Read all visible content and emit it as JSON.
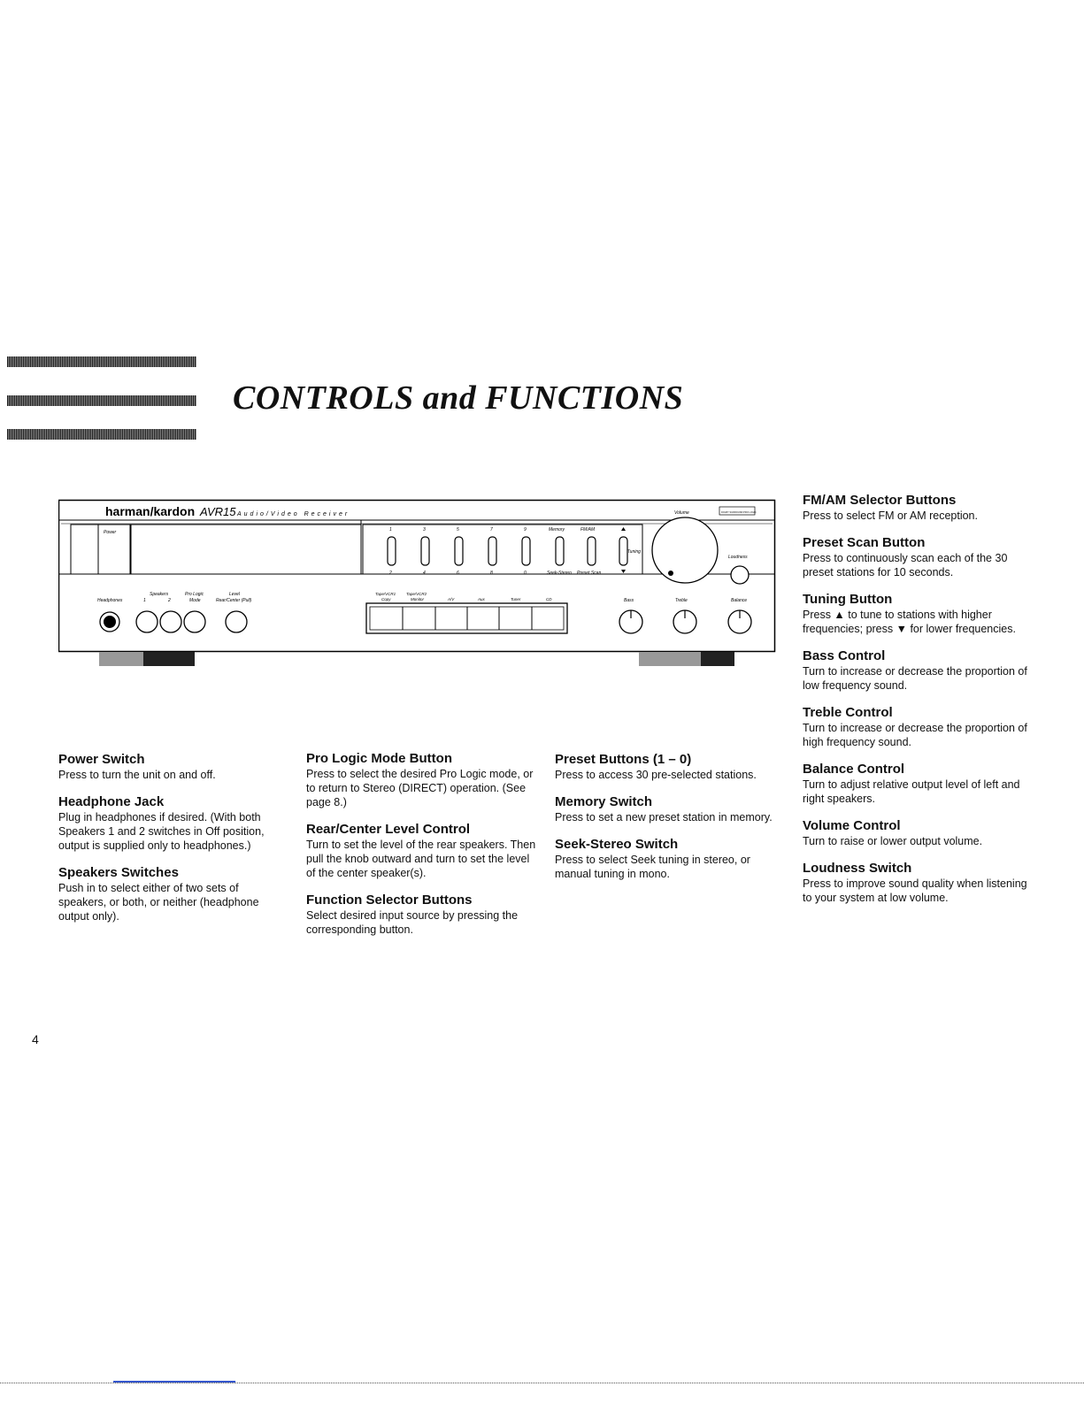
{
  "header": {
    "title": "CONTROLS and FUNCTIONS"
  },
  "receiver": {
    "brand": "harman/kardon",
    "model": "AVR15",
    "subtitle": "Audio/Video Receiver",
    "labels": {
      "power": "Power",
      "headphones": "Headphones",
      "speakers": "Speakers",
      "speaker_1": "1",
      "speaker_2": "2",
      "pro_logic": "Pro Logic",
      "mode": "Mode",
      "level": "Level",
      "rear_center": "Rear/Center (Pull)",
      "tape_vcr1": "Tape/VCR1",
      "tape_vcr2": "Tape/VCR2",
      "copy": "Copy",
      "monitor": "Monitor",
      "av": "A/V",
      "aux": "Aux",
      "tuner": "Tuner",
      "cd": "CD",
      "bass": "Bass",
      "treble": "Treble",
      "balance": "Balance",
      "volume": "Volume",
      "loudness": "Loudness",
      "dolby": "DOLBY SURROUND PRO LOGIC",
      "memory": "Memory",
      "fm_am": "FM/AM",
      "tuning": "Tuning",
      "seek_stereo": "Seek-Stereo",
      "preset_scan": "Preset Scan",
      "presets_top": [
        "1",
        "3",
        "5",
        "7",
        "9"
      ],
      "presets_bottom": [
        "2",
        "4",
        "6",
        "8",
        "0"
      ]
    }
  },
  "col1": [
    {
      "heading": "Power Switch",
      "text": "Press to turn the unit on and off."
    },
    {
      "heading": "Headphone Jack",
      "text": "Plug in headphones if desired. (With both Speakers 1 and 2 switches in Off position, output is supplied only to headphones.)"
    },
    {
      "heading": "Speakers Switches",
      "text": "Push in to select either of two sets of speakers, or both, or neither (headphone output only)."
    }
  ],
  "col2": [
    {
      "heading": "Pro Logic Mode Button",
      "text": "Press to select the desired Pro Logic mode, or to return to Stereo (DIRECT) operation. (See page 8.)"
    },
    {
      "heading": "Rear/Center Level Control",
      "text": "Turn to set the level of the rear speakers. Then pull the knob outward and turn to set the level of the center speaker(s)."
    },
    {
      "heading": "Function Selector Buttons",
      "text": "Select desired input source by pressing the corresponding button."
    }
  ],
  "col3": [
    {
      "heading": "Preset Buttons (1 – 0)",
      "text": "Press to access 30 pre-selected stations."
    },
    {
      "heading": "Memory Switch",
      "text": "Press to set a new preset station in memory."
    },
    {
      "heading": "Seek-Stereo Switch",
      "text": "Press to select Seek tuning in stereo, or manual tuning in mono."
    }
  ],
  "col4": [
    {
      "heading": "FM/AM Selector Buttons",
      "text": "Press to select FM or AM reception."
    },
    {
      "heading": "Preset Scan Button",
      "text": "Press to continuously scan each of the 30 preset stations for 10 seconds."
    },
    {
      "heading": "Tuning Button",
      "text": "Press ▲ to tune to stations with higher frequencies; press ▼ for lower frequencies."
    },
    {
      "heading": "Bass Control",
      "text": "Turn to increase or decrease the proportion of low frequency sound."
    },
    {
      "heading": "Treble Control",
      "text": "Turn to increase or decrease the proportion of high frequency sound."
    },
    {
      "heading": "Balance Control",
      "text": "Turn to adjust relative output level of left and right speakers."
    },
    {
      "heading": "Volume Control",
      "text": "Turn to raise or lower output volume."
    },
    {
      "heading": "Loudness Switch",
      "text": "Press to improve sound quality when listening to your system at low volume."
    }
  ],
  "footer": {
    "page_number": "4"
  }
}
